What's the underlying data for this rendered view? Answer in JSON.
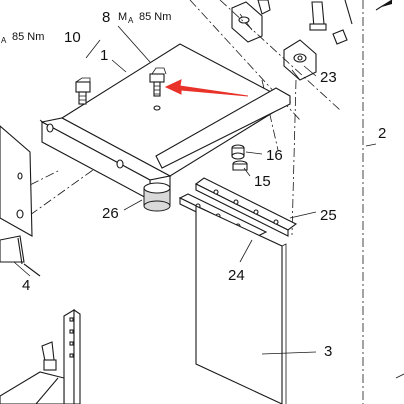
{
  "labels": {
    "p1": "1",
    "p2": "2",
    "p3": "3",
    "p4": "4",
    "p8": "8",
    "p10": "10",
    "p15": "15",
    "p16": "16",
    "p23": "23",
    "p24": "24",
    "p25": "25",
    "p26": "26"
  },
  "torque_top": {
    "symbol": "M",
    "subscript": "A",
    "value": "85 Nm"
  },
  "torque_left": {
    "symbol": "M",
    "subscript": "A",
    "value": "85 Nm"
  },
  "colors": {
    "arrow": "#e8322a",
    "line": "#1a1a1a"
  },
  "icons": [
    "bolt-icon",
    "mounting-bracket-icon",
    "red-direction-arrow"
  ]
}
